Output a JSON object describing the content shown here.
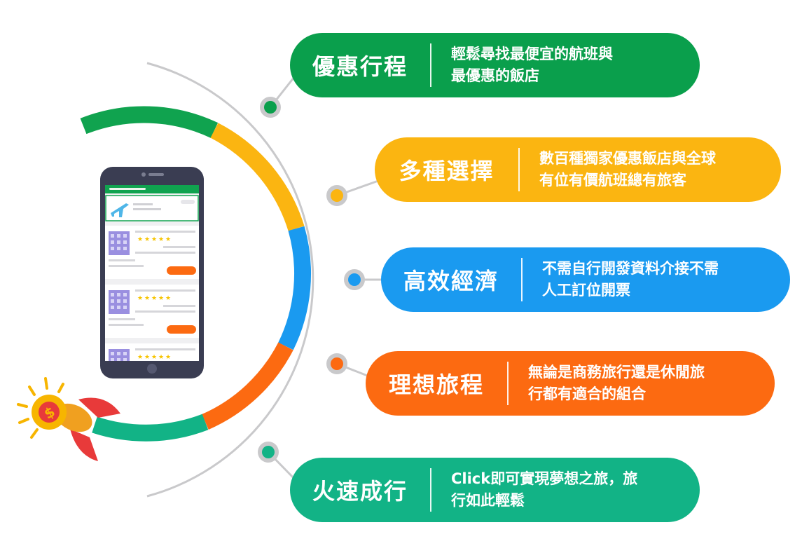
{
  "features": [
    {
      "title": "優惠行程",
      "desc_lines": [
        "輕鬆尋找最便宜的航班與",
        "最優惠的飯店"
      ],
      "color": "#0a9f4c"
    },
    {
      "title": "多種選擇",
      "desc_lines": [
        "數百種獨家優惠飯店與全球",
        "有位有價航班總有旅客"
      ],
      "color": "#fbb511"
    },
    {
      "title": "高效經濟",
      "desc_lines": [
        "不需自行開發資料介接不需",
        "人工訂位開票"
      ],
      "color": "#1a9af0"
    },
    {
      "title": "理想旅程",
      "desc_lines": [
        "無論是商務旅行還是休閒旅",
        "行都有適合的組合"
      ],
      "color": "#fc6a11"
    },
    {
      "title": "火速成行",
      "desc_lines": [
        "Click即可實現夢想之旅，旅",
        "行如此輕鬆"
      ],
      "color": "#12b386"
    }
  ],
  "ring_colors": {
    "green": "#10a34f",
    "yellow": "#fbb511",
    "blue": "#1a9af0",
    "orange": "#fc6a11",
    "teal": "#12b386"
  },
  "rocket": {
    "symbol": "$",
    "bulb_color": "#f7b500",
    "fin_color": "#e83a3a"
  },
  "phone": {
    "listing_count": 3,
    "stars_per_listing": 5,
    "star_glyph": "★",
    "plane_color": "#4fb6e8",
    "button_color": "#fc6a11"
  }
}
